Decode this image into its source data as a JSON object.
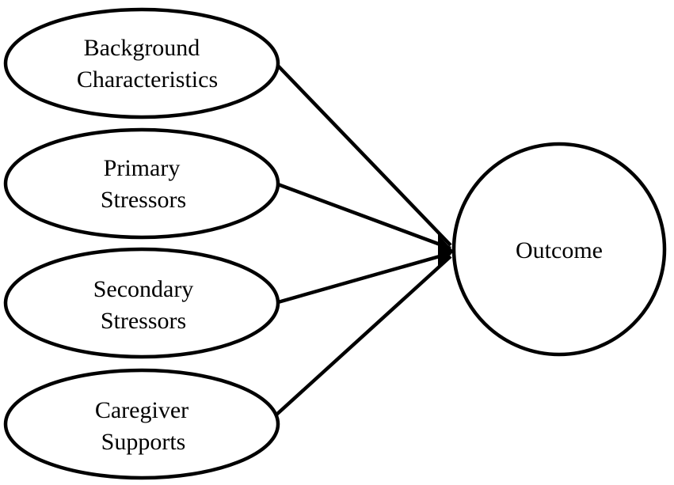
{
  "nodes": {
    "background": {
      "line1": "Background",
      "line2": "Characteristics"
    },
    "primary": {
      "line1": "Primary",
      "line2": "Stressors"
    },
    "secondary": {
      "line1": "Secondary",
      "line2": "Stressors"
    },
    "supports": {
      "line1": "Caregiver",
      "line2": "Supports"
    },
    "outcome": {
      "label": "Outcome"
    }
  },
  "edges": [
    {
      "from": "Background Characteristics",
      "to": "Outcome"
    },
    {
      "from": "Primary Stressors",
      "to": "Outcome"
    },
    {
      "from": "Secondary Stressors",
      "to": "Outcome"
    },
    {
      "from": "Caregiver Supports",
      "to": "Outcome"
    }
  ],
  "colors": {
    "stroke": "#000000",
    "fill": "#ffffff"
  }
}
